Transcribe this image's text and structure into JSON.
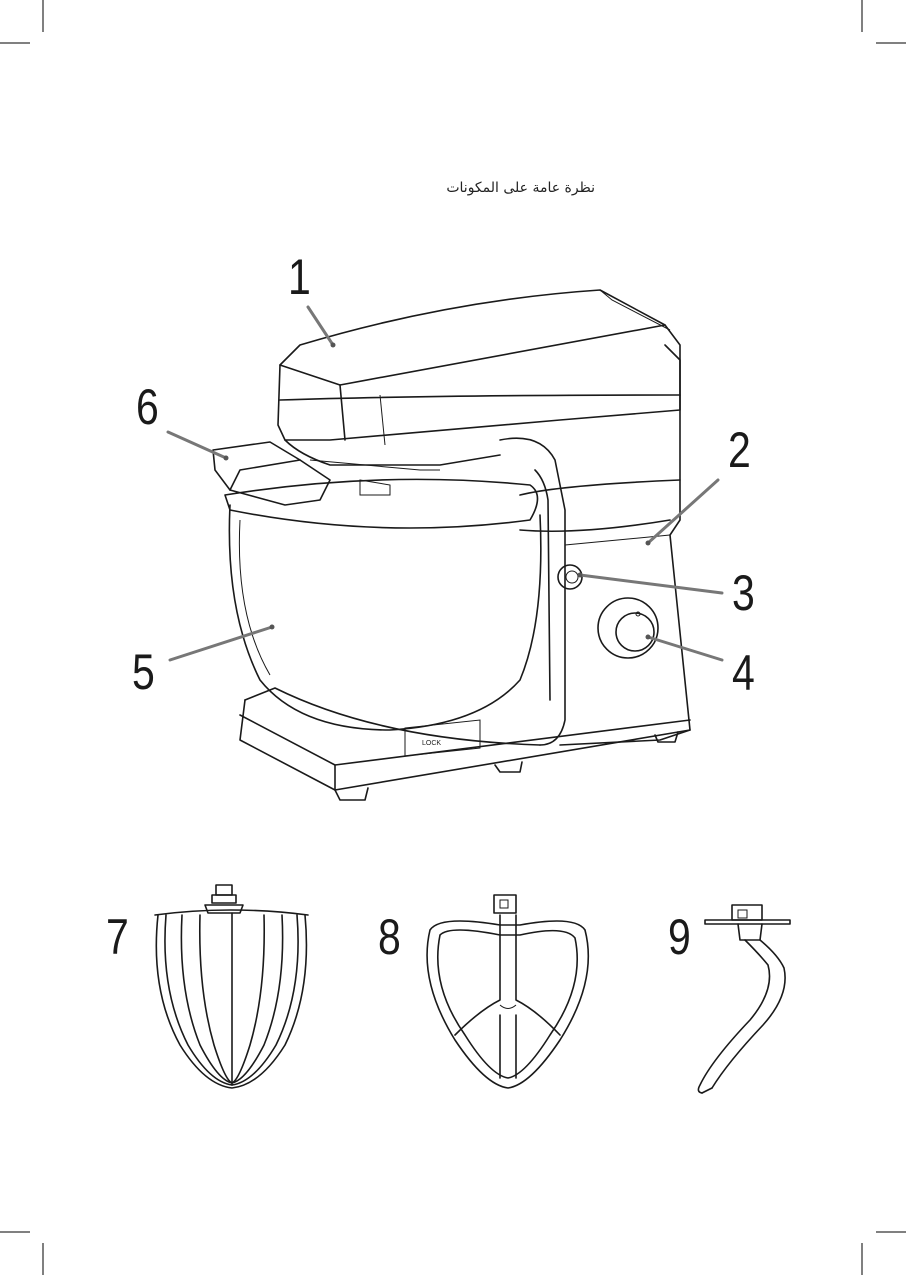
{
  "heading": "نظرة عامة على المكونات",
  "lock_label": "LOCK",
  "callouts": [
    {
      "id": "1",
      "label": "1"
    },
    {
      "id": "2",
      "label": "2"
    },
    {
      "id": "3",
      "label": "3"
    },
    {
      "id": "4",
      "label": "4"
    },
    {
      "id": "5",
      "label": "5"
    },
    {
      "id": "6",
      "label": "6"
    },
    {
      "id": "7",
      "label": "7"
    },
    {
      "id": "8",
      "label": "8"
    },
    {
      "id": "9",
      "label": "9"
    }
  ]
}
